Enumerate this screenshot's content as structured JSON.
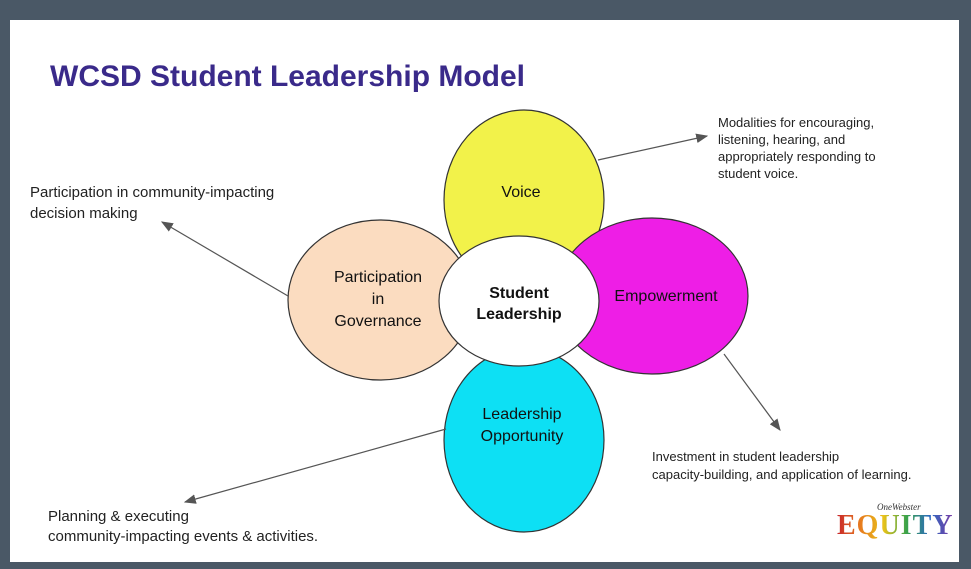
{
  "title": "WCSD Student Leadership Model",
  "center": {
    "line1": "Student",
    "line2": "Leadership"
  },
  "petals": {
    "voice": {
      "label": "Voice",
      "color": "#f2f24a"
    },
    "empowerment": {
      "label": "Empowerment",
      "color": "#ee1ee6"
    },
    "opportunity": {
      "line1": "Leadership",
      "line2": "Opportunity",
      "color": "#0de0f4"
    },
    "governance": {
      "line1": "Participation",
      "line2": "in",
      "line3": "Governance",
      "color": "#fbdcc0"
    }
  },
  "annotations": {
    "voice": {
      "line1": "Modalities for encouraging,",
      "line2": "listening, hearing, and",
      "line3": "appropriately responding to",
      "line4": "student voice."
    },
    "governance": {
      "line1": "Participation in community-impacting",
      "line2": "decision making"
    },
    "empowerment": {
      "line1": "Investment in student leadership",
      "line2": "capacity-building, and application of learning."
    },
    "opportunity": {
      "line1": "Planning & executing",
      "line2": "community-impacting events & activities."
    }
  },
  "logo": {
    "small": "OneWebster",
    "big": "EQUITY"
  }
}
